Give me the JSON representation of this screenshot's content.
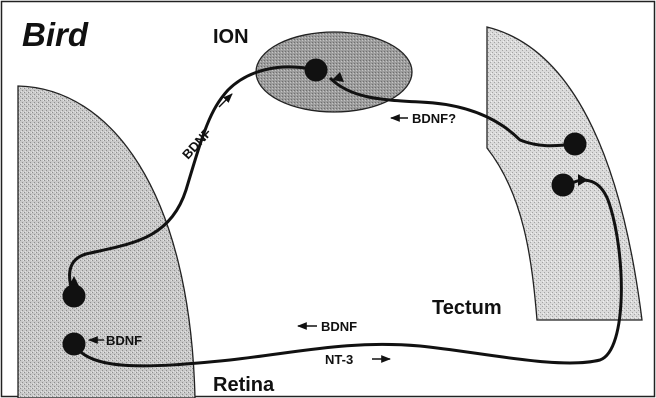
{
  "panel_title": "Bird",
  "regions": {
    "ion": "ION",
    "tectum": "Tectum",
    "retina": "Retina"
  },
  "factor_labels": {
    "bdnf_to_ion": "BDNF",
    "bdnf_from_tectum": "BDNF?",
    "bdnf_retina": "BDNF",
    "bdnf_bottom": "BDNF",
    "nt3_bottom": "NT-3"
  },
  "colors": {
    "stipple_light": "#d2d2d2",
    "stipple_dark": "#9a9a9a",
    "ink": "#111111",
    "border": "#222222"
  }
}
